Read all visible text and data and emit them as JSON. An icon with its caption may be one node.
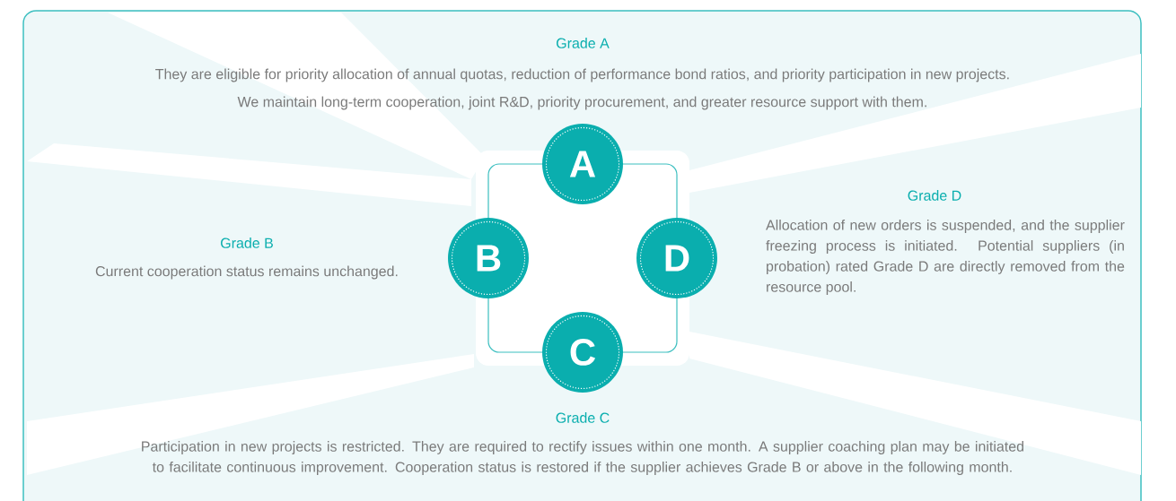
{
  "diagram": {
    "nodes": [
      {
        "text": [
          "A"
        ]
      },
      {
        "text": [
          "B"
        ]
      },
      {
        "text": [
          "D"
        ]
      },
      {
        "text": [
          "C"
        ]
      }
    ],
    "labels": [
      "Grade A",
      "They are eligible for priority allocation of annual quotas, reduction of performance bond ratios, and priority participation in new projects.",
      "We maintain long-term cooperation, joint R&D, priority procurement, and greater resource support with them.",
      "Grade D",
      "Allocation of new orders is suspended, and the supplier freezing process is initiated. Potential suppliers (in probation) rated Grade D are directly removed from the resource pool.",
      "Grade B",
      "Current cooperation status remains unchanged.",
      "Grade C",
      "Participation in new projects is restricted. They are required to rectify issues within one month. A supplier coaching plan may be initiated to facilitate continuous improvement. Cooperation status is restored if the supplier achieves Grade B or above in the following month."
    ]
  }
}
